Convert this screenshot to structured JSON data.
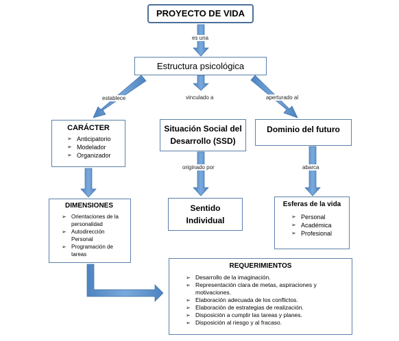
{
  "root": {
    "title": "PROYECTO DE VIDA"
  },
  "edge_labels": {
    "es_una": "es una",
    "establece": "establece",
    "vinculado_a": "vinculado a",
    "aperturado_al": "aperturado al",
    "originado_por": "originado por",
    "abarca": "abarca"
  },
  "estructura": {
    "title": "Estructura psicológica"
  },
  "caracter": {
    "title": "CARÁCTER",
    "items": [
      "Anticipatorio",
      "Modelador",
      "Organizador"
    ]
  },
  "ssd": {
    "title": "Situación Social del Desarrollo (SSD)"
  },
  "dominio": {
    "title": "Dominio del futuro"
  },
  "dimensiones": {
    "title": "DIMENSIONES",
    "items": [
      "Orientaciones de la personalidad",
      "Autodirección Personal",
      "Programación de tareas"
    ]
  },
  "sentido": {
    "title": "Sentido Individual"
  },
  "esferas": {
    "title": "Esferas de la vida",
    "items": [
      "Personal",
      "Académica",
      "Profesional"
    ]
  },
  "requerimientos": {
    "title": "REQUERIMIENTOS",
    "items": [
      "Desarrollo de la imaginación.",
      "Representación clara de metas, aspiraciones y motivaciones.",
      "Elaboración adecuada de los conflictos.",
      "Elaboración de estrategias de realización.",
      "Disposición a cumplir las tareas y planes.",
      "Disposición al riesgo y al fracaso."
    ]
  },
  "colors": {
    "arrow": "#5b8fc7",
    "arrow_stroke": "#3d6ea5",
    "border": "#5a7fa8"
  }
}
